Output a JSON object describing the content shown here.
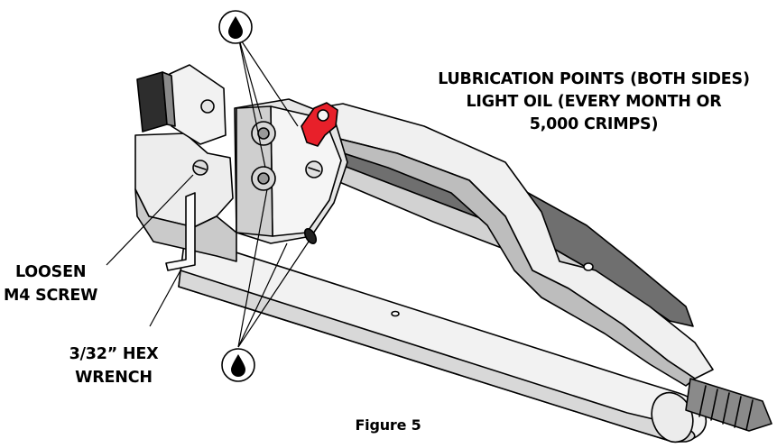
{
  "labels": {
    "lubrication": [
      "LUBRICATION POINTS (BOTH SIDES)",
      "LIGHT OIL (EVERY MONTH OR",
      "5,000 CRIMPS)"
    ],
    "loosen": [
      "LOOSEN",
      "M4 SCREW"
    ],
    "hex_wrench": [
      "3/32” HEX",
      "WRENCH"
    ],
    "caption": "Figure 5"
  },
  "colors": {
    "highlight": "#e8202a",
    "line": "#000000",
    "fill_light": "#f0f0f0",
    "fill_mid": "#c8c8c8",
    "fill_dark": "#6e6e6e"
  },
  "icons": [
    "oil-drop-icon",
    "oil-drop-icon"
  ]
}
